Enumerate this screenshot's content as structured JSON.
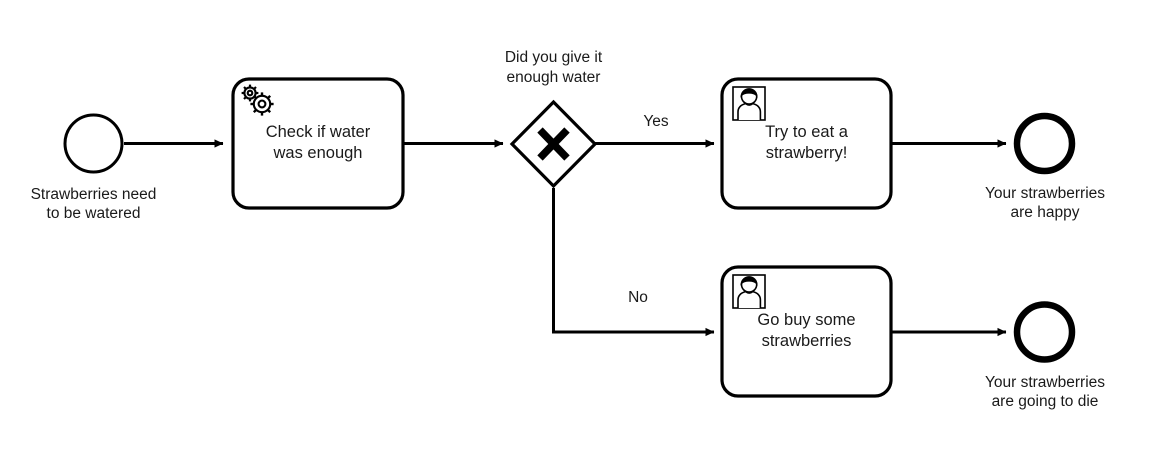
{
  "diagram": {
    "type": "bpmn-process-diagram",
    "background_color": "#ffffff",
    "stroke_color": "#000000",
    "text_color": "#1a1a1a"
  },
  "events": {
    "start": {
      "icon": "start-event-circle",
      "label": "Strawberries need\nto be watered"
    },
    "end_happy": {
      "icon": "end-event-circle",
      "label": "Your strawberries\nare happy"
    },
    "end_die": {
      "icon": "end-event-circle",
      "label": "Your strawberries\nare going to die"
    }
  },
  "tasks": {
    "service": {
      "icon": "gear-icon",
      "type": "service-task",
      "text": "Check if water\nwas enough"
    },
    "user_eat": {
      "icon": "user-icon",
      "type": "user-task",
      "text": "Try to eat a\nstrawberry!"
    },
    "user_buy": {
      "icon": "user-icon",
      "type": "user-task",
      "text": "Go buy some\nstrawberries"
    }
  },
  "gateway": {
    "icon": "exclusive-gateway-x",
    "marker": "X",
    "label": "Did you give it\nenough water"
  },
  "flows": {
    "yes": "Yes",
    "no": "No"
  }
}
